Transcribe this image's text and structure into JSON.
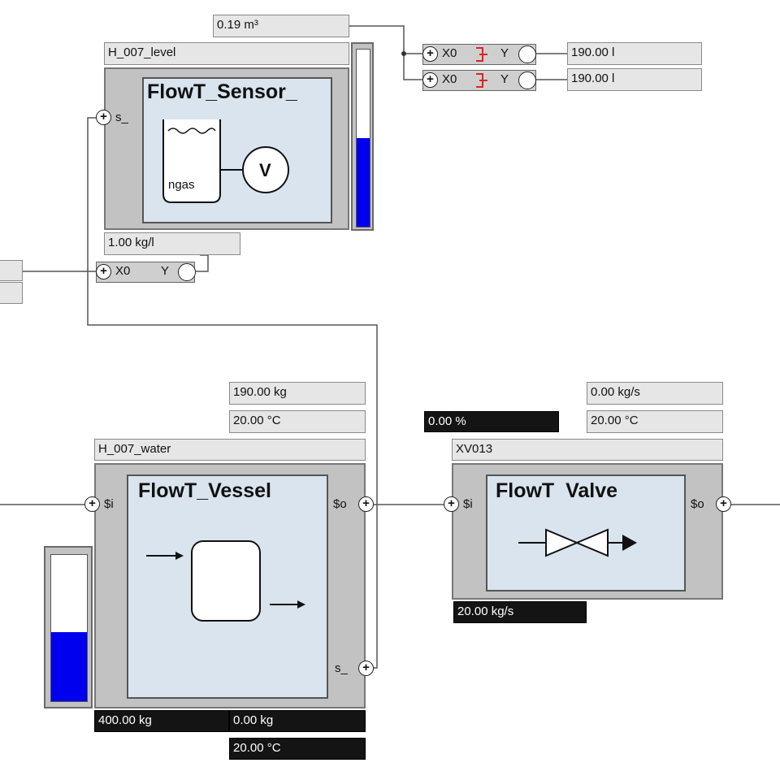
{
  "sensor_block": {
    "title": "FlowT_Sensor_",
    "tag": "H_007_level",
    "port_s": "s_",
    "fluid_label": "ngas",
    "meter_label": "V",
    "density": "1.00 kg/l",
    "volume": "0.19 m³",
    "level_fraction": 0.5
  },
  "converters": [
    {
      "in_label": "X0",
      "out_label": "Y",
      "output": "190.00 l"
    },
    {
      "in_label": "X0",
      "out_label": "Y",
      "output": "190.00 l"
    },
    {
      "in_label": "X0",
      "out_label": "Y"
    }
  ],
  "vessel_block": {
    "title": "FlowT_Vessel",
    "tag": "H_007_water",
    "port_in": "$i",
    "port_out": "$o",
    "port_s": "s_",
    "mass_top": "190.00 kg",
    "temp_top": "20.00 °C",
    "mass_bottom": "400.00 kg",
    "mass_bottom2": "0.00 kg",
    "temp_bottom": "20.00 °C",
    "level_fraction": 0.47
  },
  "valve_block": {
    "title": "FlowT  Valve",
    "tag": "XV013",
    "port_in": "$i",
    "port_out": "$o",
    "opening": "0.00 %",
    "flow_top": "0.00 kg/s",
    "temp_top": "20.00 °C",
    "flow_bottom": "20.00 kg/s"
  },
  "colors": {
    "block_bg": "#c2c2c2",
    "inner_bg": "#d9e4ee",
    "gauge_fill": "#0000ee",
    "dark_field": "#141414",
    "converter_mark": "#dd2222"
  }
}
